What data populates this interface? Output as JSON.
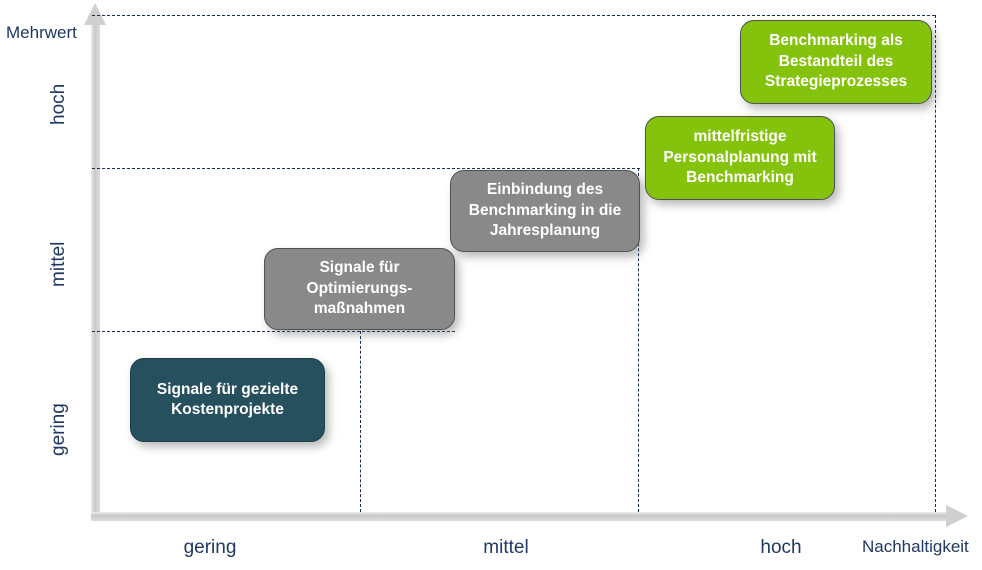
{
  "axes": {
    "y_title": "Mehrwert",
    "x_title": "Nachhaltigkeit",
    "y_ticks": [
      "hoch",
      "mittel",
      "gering"
    ],
    "x_ticks": [
      "gering",
      "mittel",
      "hoch"
    ]
  },
  "colors": {
    "dark": "#27505F",
    "gray": "#898989",
    "green": "#85C20B",
    "axis": "#D6D6D6",
    "text": "#1F3864",
    "guide": "#1B2F54"
  },
  "steps": [
    {
      "id": "signale-kostenprojekte",
      "label": "Signale für gezielte\nKostenprojekte",
      "style": "dark",
      "x_level": "gering",
      "y_level": "gering"
    },
    {
      "id": "signale-optimierungsmassnahmen",
      "label": "Signale für\nOptimierungs-\nmaßnahmen",
      "style": "gray",
      "x_level": "gering-mittel",
      "y_level": "mittel"
    },
    {
      "id": "einbindung-jahresplanung",
      "label": "Einbindung des\nBenchmarking in die\nJahresplanung",
      "style": "gray",
      "x_level": "mittel",
      "y_level": "mittel-hoch"
    },
    {
      "id": "mittelfristige-personalplanung",
      "label": "mittelfristige\nPersonalplanung mit\nBenchmarking",
      "style": "green",
      "x_level": "mittel-hoch",
      "y_level": "hoch"
    },
    {
      "id": "benchmarking-strategieprozess",
      "label": "Benchmarking als\nBestandteil des\nStrategieprozesses",
      "style": "green",
      "x_level": "hoch",
      "y_level": "sehr hoch"
    }
  ],
  "chart_data": {
    "type": "scatter",
    "title": "",
    "xlabel": "Nachhaltigkeit",
    "ylabel": "Mehrwert",
    "x_tick_labels": [
      "gering",
      "mittel",
      "hoch"
    ],
    "y_tick_labels": [
      "gering",
      "mittel",
      "hoch"
    ],
    "grid": "dashed step guides",
    "legend": "none",
    "points": [
      {
        "label": "Signale für gezielte Kostenprojekte",
        "x": 1,
        "y": 1,
        "color": "#27505F"
      },
      {
        "label": "Signale für Optimierungsmaßnahmen",
        "x": 2,
        "y": 2,
        "color": "#898989"
      },
      {
        "label": "Einbindung des Benchmarking in die Jahresplanung",
        "x": 3,
        "y": 3,
        "color": "#898989"
      },
      {
        "label": "mittelfristige Personalplanung mit Benchmarking",
        "x": 4,
        "y": 4,
        "color": "#85C20B"
      },
      {
        "label": "Benchmarking als Bestandteil des Strategieprozesses",
        "x": 5,
        "y": 5,
        "color": "#85C20B"
      }
    ]
  }
}
